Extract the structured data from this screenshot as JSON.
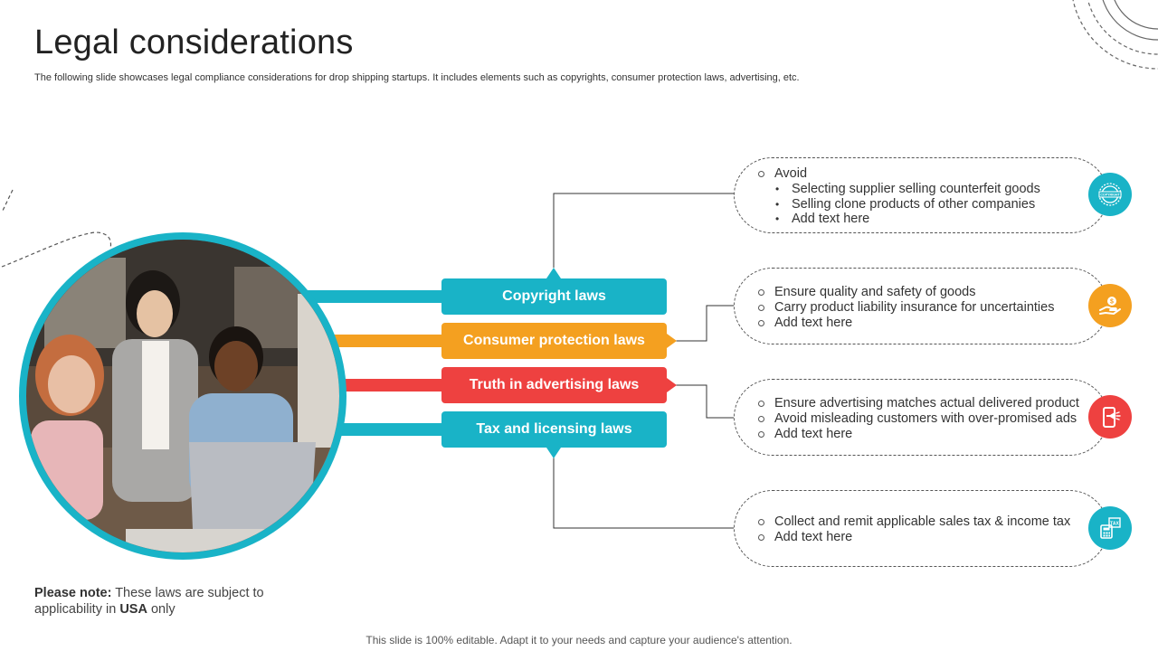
{
  "title": "Legal considerations",
  "subtitle": "The following slide showcases legal compliance considerations for drop shipping startups. It includes elements such as copyrights, consumer protection laws, advertising, etc.",
  "laws": [
    {
      "label": "Copyright laws",
      "color": "#19b3c7"
    },
    {
      "label": "Consumer protection laws",
      "color": "#f4a020"
    },
    {
      "label": "Truth in advertising laws",
      "color": "#ee4140"
    },
    {
      "label": "Tax and licensing laws",
      "color": "#19b3c7"
    }
  ],
  "cards": [
    {
      "icon": "copyright-badge-icon",
      "icon_color": "#19b3c7",
      "icon_text": "COPYRIGHT",
      "items": [
        {
          "level": 1,
          "text": "Avoid"
        },
        {
          "level": 2,
          "text": "Selecting supplier selling counterfeit goods"
        },
        {
          "level": 2,
          "text": "Selling clone products of other companies"
        },
        {
          "level": 2,
          "text": "Add text here"
        }
      ]
    },
    {
      "icon": "hand-money-icon",
      "icon_color": "#f4a020",
      "items": [
        {
          "level": 1,
          "text": "Ensure quality and safety of goods"
        },
        {
          "level": 1,
          "text": "Carry product liability insurance for uncertainties"
        },
        {
          "level": 1,
          "text": "Add text here"
        }
      ]
    },
    {
      "icon": "mobile-megaphone-icon",
      "icon_color": "#ee4140",
      "items": [
        {
          "level": 1,
          "text": "Ensure advertising matches actual delivered product"
        },
        {
          "level": 1,
          "text": "Avoid misleading customers with over-promised ads"
        },
        {
          "level": 1,
          "text": "Add text here"
        }
      ]
    },
    {
      "icon": "tax-calculator-icon",
      "icon_color": "#19b3c7",
      "icon_text": "TAX",
      "items": [
        {
          "level": 1,
          "text": "Collect and remit applicable sales tax & income tax"
        },
        {
          "level": 1,
          "text": "Add text here"
        }
      ]
    }
  ],
  "note": {
    "label": "Please note:",
    "text_1": "These laws are subject to",
    "text_2": "applicability in",
    "highlight": "USA",
    "text_3": "only"
  },
  "footer": "This slide is 100% editable. Adapt it to your needs and capture your audience's attention."
}
